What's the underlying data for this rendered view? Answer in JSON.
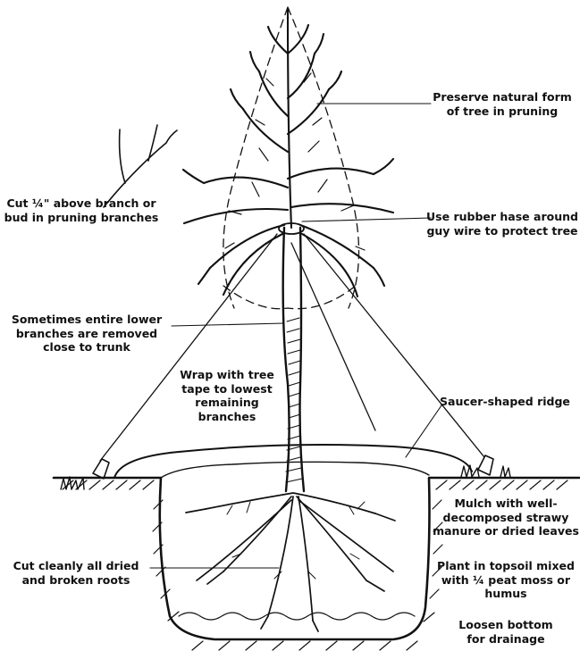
{
  "labels": {
    "preserve": [
      "Preserve natural form",
      "of tree in pruning"
    ],
    "cut_above": [
      "Cut ¼\" above branch or",
      "bud in pruning branches"
    ],
    "rubber_hose": [
      "Use rubber hase around",
      "guy wire to protect tree"
    ],
    "lower_branches": [
      "Sometimes entire lower",
      "branches are removed",
      "close to trunk"
    ],
    "wrap": [
      "Wrap with tree",
      "tape to lowest",
      "remaining",
      "branches"
    ],
    "saucer": [
      "Saucer-shaped ridge"
    ],
    "mulch": [
      "Mulch with well-",
      "decomposed strawy",
      "manure or dried leaves"
    ],
    "cut_roots": [
      "Cut cleanly all dried",
      "and broken roots"
    ],
    "topsoil": [
      "Plant in topsoil mixed",
      "with ¼ peat moss or",
      "humus"
    ],
    "loosen": [
      "Loosen bottom",
      "for drainage"
    ]
  },
  "colors": {
    "ink": "#111111",
    "paper": "#ffffff"
  }
}
